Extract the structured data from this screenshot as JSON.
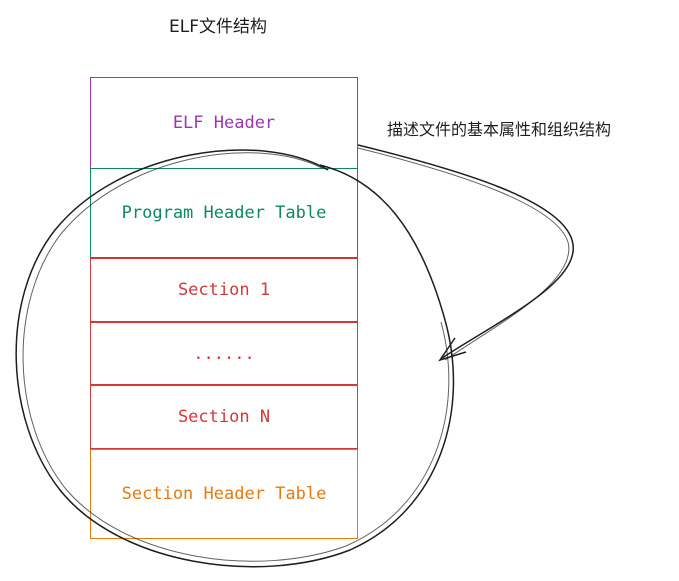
{
  "diagram": {
    "title": "ELF文件结构",
    "annotation": "描述文件的基本属性和组织结构",
    "blocks": [
      {
        "id": "elf-header",
        "label": "ELF Header",
        "color": "#9c36b5"
      },
      {
        "id": "program-header-table",
        "label": "Program Header Table",
        "color": "#0c8a5a"
      },
      {
        "id": "section-1",
        "label": "Section 1",
        "color": "#d63838"
      },
      {
        "id": "ellipsis",
        "label": "......",
        "color": "#d63838"
      },
      {
        "id": "section-n",
        "label": "Section N",
        "color": "#d63838"
      },
      {
        "id": "section-header-table",
        "label": "Section Header Table",
        "color": "#e8790c"
      }
    ],
    "stroke_color": "#1e1e1e"
  }
}
